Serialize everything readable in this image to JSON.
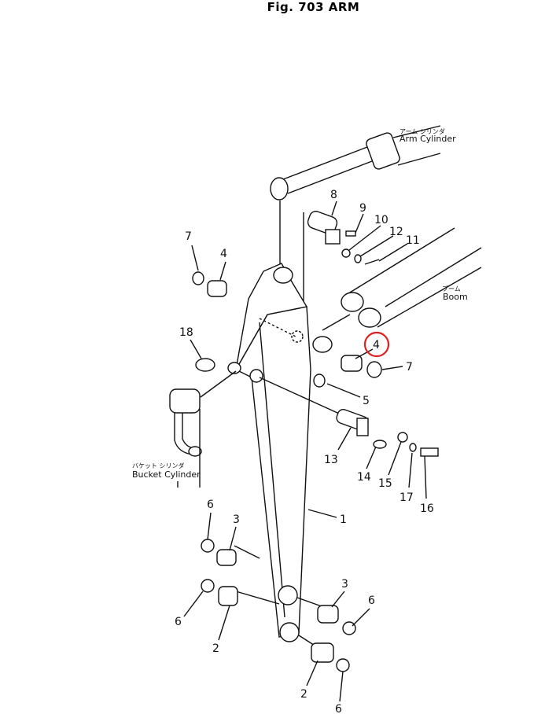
{
  "title": "Fig. 703   ARM",
  "captions": {
    "arm_cylinder_jp": "アーム シリンダ",
    "arm_cylinder": "Arm Cylinder",
    "boom_jp": "ブーム",
    "boom": "Boom",
    "bucket_cylinder_jp": "バケット シリンダ",
    "bucket_cylinder": "Bucket Cylinder"
  },
  "parts": [
    "7",
    "4",
    "8",
    "9",
    "10",
    "12",
    "11",
    "18",
    "4",
    "7",
    "5",
    "13",
    "14",
    "15",
    "17",
    "16",
    "1",
    "6",
    "3",
    "6",
    "2",
    "3",
    "6",
    "2",
    "6"
  ],
  "highlight": {
    "part": "4",
    "color": "#e02020"
  }
}
